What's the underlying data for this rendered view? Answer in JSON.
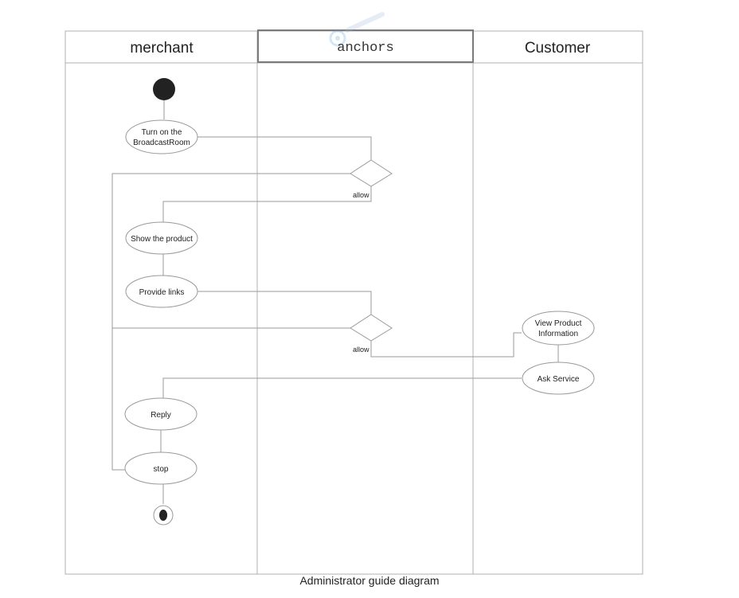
{
  "lanes": {
    "merchant": "merchant",
    "anchors": "anchors",
    "customer": "Customer"
  },
  "nodes": {
    "turn_on_line1": "Turn on the",
    "turn_on_line2": "BroadcastRoom",
    "show_product": "Show the product",
    "provide_links": "Provide links",
    "view_product_line1": "View Product",
    "view_product_line2": "Information",
    "ask_service": "Ask Service",
    "reply": "Reply",
    "stop": "stop"
  },
  "guards": {
    "allow_1": "allow",
    "allow_2": "allow"
  },
  "caption": "Administrator guide diagram"
}
